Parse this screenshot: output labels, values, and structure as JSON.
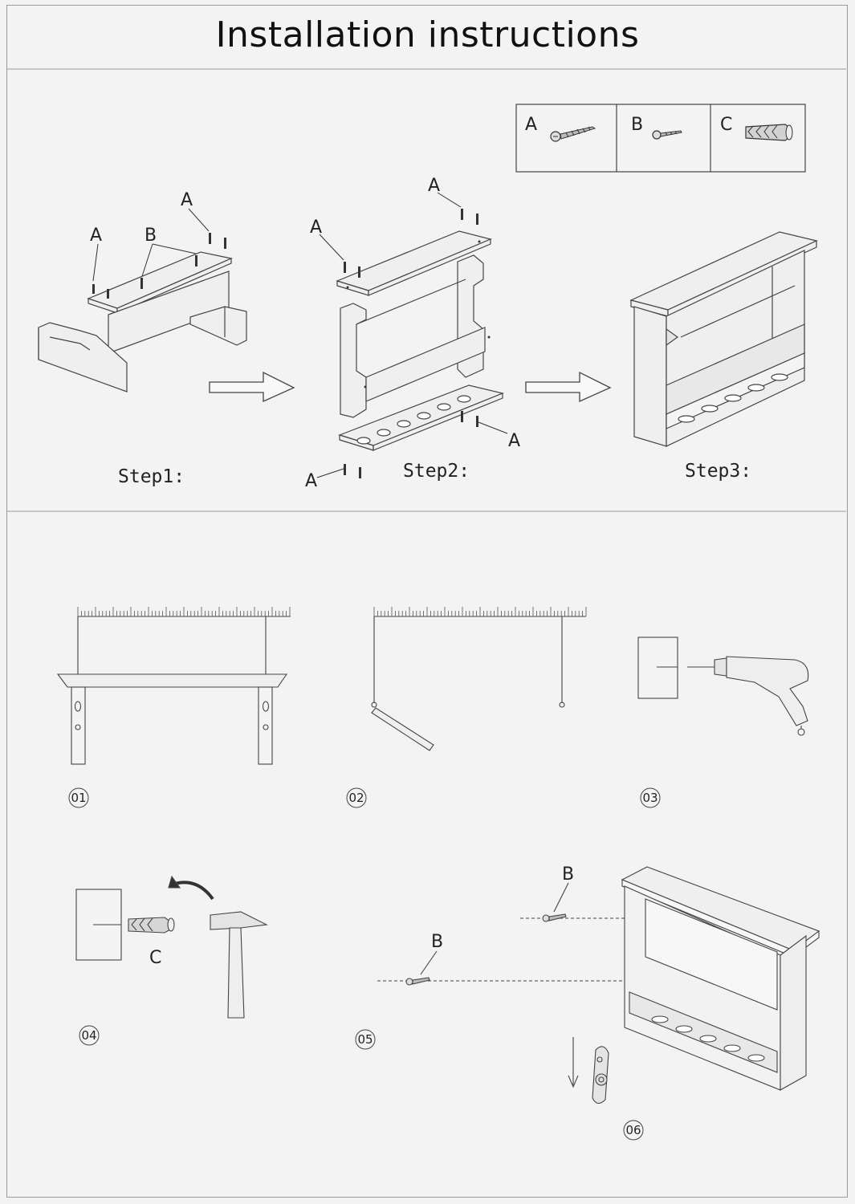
{
  "title": "Installation instructions",
  "parts": [
    {
      "letter": "A",
      "icon": "screw-icon"
    },
    {
      "letter": "B",
      "icon": "short-screw-icon"
    },
    {
      "letter": "C",
      "icon": "wall-anchor-icon"
    }
  ],
  "steps": [
    "Step1:",
    "Step2:",
    "Step3:"
  ],
  "callouts": {
    "a": "A",
    "b": "B",
    "c": "C"
  },
  "sub_steps": [
    "01",
    "02",
    "03",
    "04",
    "05",
    "06"
  ]
}
